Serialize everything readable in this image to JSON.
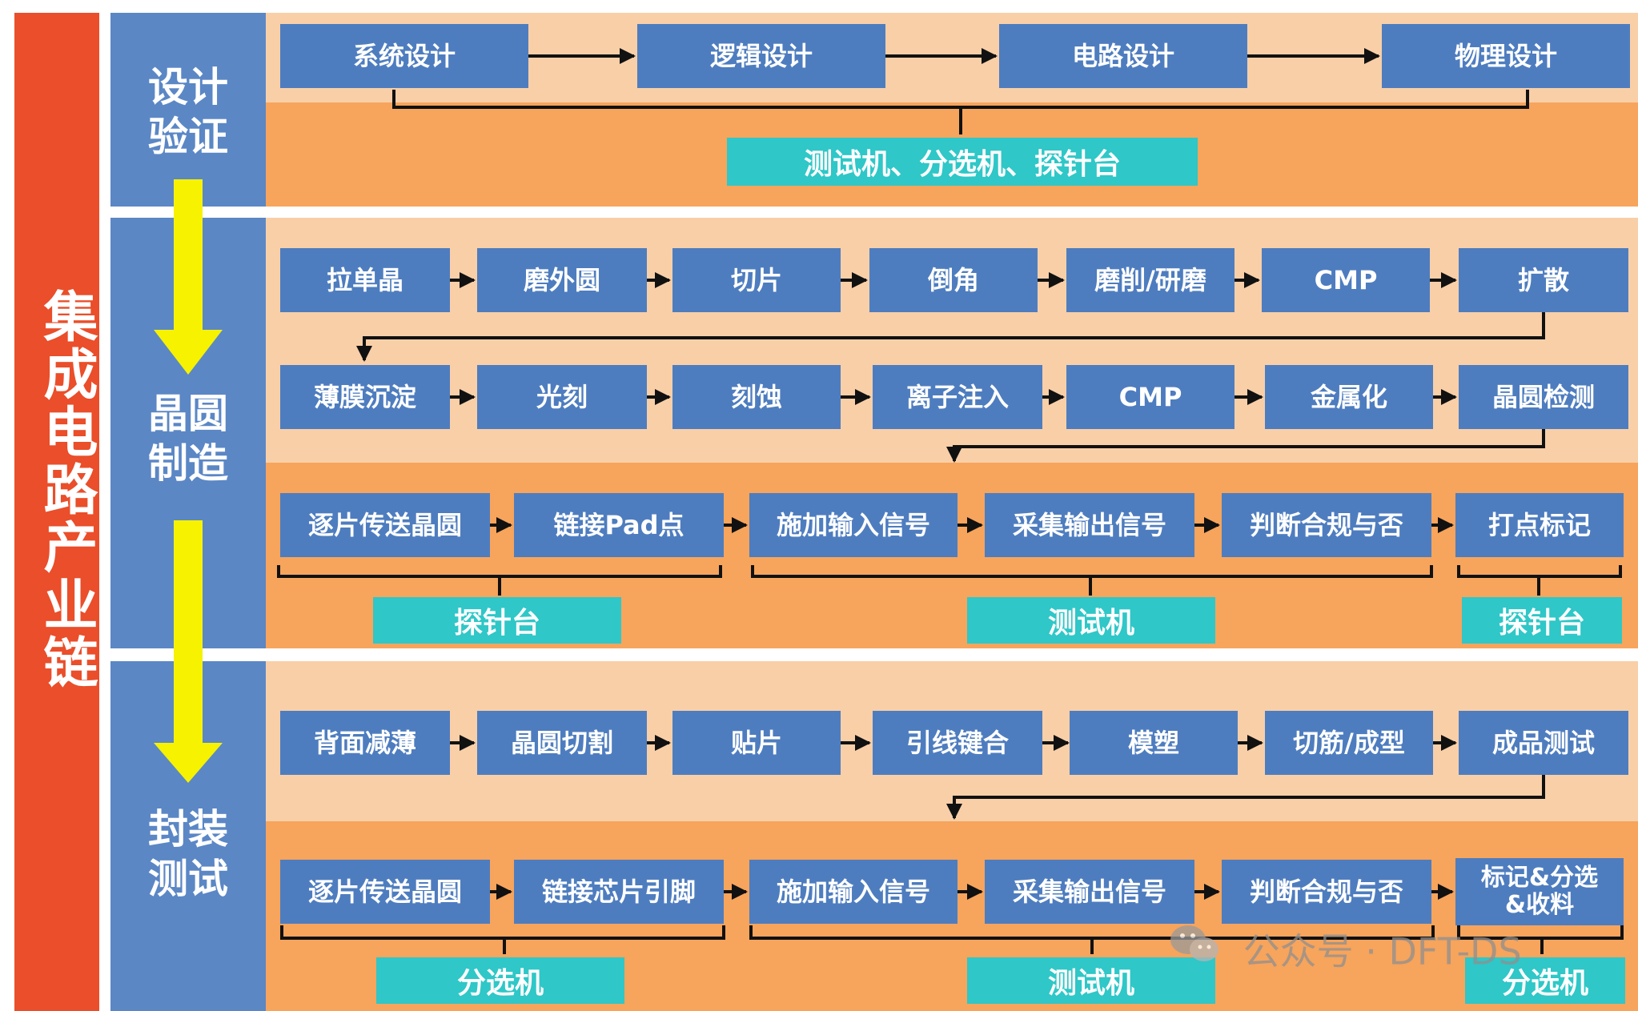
{
  "chain_title": "集成电路产业链",
  "stages": {
    "design": {
      "label_line1": "设计",
      "label_line2": "验证"
    },
    "fab": {
      "label_line1": "晶圆",
      "label_line2": "制造"
    },
    "package": {
      "label_line1": "封装",
      "label_line2": "测试"
    }
  },
  "design_steps": [
    "系统设计",
    "逻辑设计",
    "电路设计",
    "物理设计"
  ],
  "design_tools": "测试机、分选机、探针台",
  "fab_row1": [
    "拉单晶",
    "磨外圆",
    "切片",
    "倒角",
    "磨削/研磨",
    "CMP",
    "扩散"
  ],
  "fab_row2": [
    "薄膜沉淀",
    "光刻",
    "刻蚀",
    "离子注入",
    "CMP",
    "金属化",
    "晶圆检测"
  ],
  "fab_row3": [
    "逐片传送晶圆",
    "链接Pad点",
    "施加输入信号",
    "采集输出信号",
    "判断合规与否",
    "打点标记"
  ],
  "fab_tools": [
    "探针台",
    "测试机",
    "探针台"
  ],
  "pkg_row1": [
    "背面减薄",
    "晶圆切割",
    "贴片",
    "引线键合",
    "模塑",
    "切筋/成型",
    "成品测试"
  ],
  "pkg_row2": [
    "逐片传送晶圆",
    "链接芯片引脚",
    "施加输入信号",
    "采集输出信号",
    "判断合规与否",
    "标记&分选 &收料"
  ],
  "pkg_tools": [
    "分选机",
    "测试机",
    "分选机"
  ],
  "watermark": "公众号 · DFT-DS",
  "colors": {
    "left_col": "#ea4e2a",
    "stage_col": "#5b87c5",
    "step_box": "#4e7dbf",
    "tool_box": "#2fc7c7",
    "band_light": "#f9cfa8",
    "band_dark": "#f7a45c",
    "stage_arrow": "#f6f200"
  }
}
